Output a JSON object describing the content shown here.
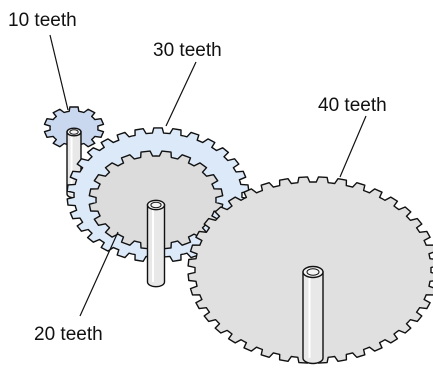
{
  "labels": {
    "gear_10": "10 teeth",
    "gear_30": "30 teeth",
    "gear_40": "40 teeth",
    "gear_20": "20 teeth"
  },
  "gears": {
    "gear_10": {
      "teeth": 10,
      "fill": "#c9d8ef"
    },
    "gear_30": {
      "teeth": 30,
      "fill": "#dce9f8"
    },
    "gear_20": {
      "teeth": 20,
      "fill": "#dcdcdc"
    },
    "gear_40": {
      "teeth": 40,
      "fill": "#e0e0e0"
    }
  },
  "colors": {
    "outline": "#111111",
    "shaft_fill": "#e8e8e8"
  }
}
